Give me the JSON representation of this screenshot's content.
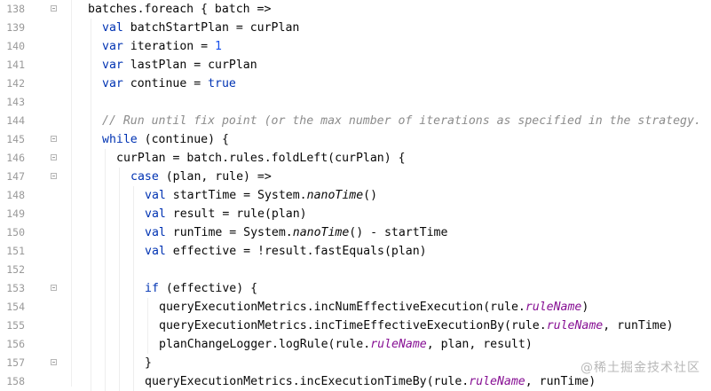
{
  "editor": {
    "lines": [
      {
        "num": "138",
        "indent": 0,
        "fold": true,
        "tokens": [
          {
            "t": "batches.foreach { batch =>",
            "c": ""
          }
        ]
      },
      {
        "num": "139",
        "indent": 1,
        "fold": false,
        "tokens": [
          {
            "t": "val",
            "c": "kw"
          },
          {
            "t": " batchStartPlan = curPlan",
            "c": ""
          }
        ]
      },
      {
        "num": "140",
        "indent": 1,
        "fold": false,
        "tokens": [
          {
            "t": "var",
            "c": "kw"
          },
          {
            "t": " iteration = ",
            "c": ""
          },
          {
            "t": "1",
            "c": "num"
          }
        ]
      },
      {
        "num": "141",
        "indent": 1,
        "fold": false,
        "tokens": [
          {
            "t": "var",
            "c": "kw"
          },
          {
            "t": " lastPlan = curPlan",
            "c": ""
          }
        ]
      },
      {
        "num": "142",
        "indent": 1,
        "fold": false,
        "tokens": [
          {
            "t": "var",
            "c": "kw"
          },
          {
            "t": " continue = ",
            "c": ""
          },
          {
            "t": "true",
            "c": "kw"
          }
        ]
      },
      {
        "num": "143",
        "indent": 1,
        "fold": false,
        "tokens": []
      },
      {
        "num": "144",
        "indent": 1,
        "fold": false,
        "tokens": [
          {
            "t": "// Run until fix point (or the max number of iterations as specified in the strategy.",
            "c": "cmt"
          }
        ]
      },
      {
        "num": "145",
        "indent": 1,
        "fold": true,
        "tokens": [
          {
            "t": "while",
            "c": "kw"
          },
          {
            "t": " (continue) {",
            "c": ""
          }
        ]
      },
      {
        "num": "146",
        "indent": 2,
        "fold": true,
        "tokens": [
          {
            "t": "curPlan = batch.rules.foldLeft(curPlan) {",
            "c": ""
          }
        ]
      },
      {
        "num": "147",
        "indent": 3,
        "fold": true,
        "tokens": [
          {
            "t": "case",
            "c": "kw"
          },
          {
            "t": " (plan, rule) =>",
            "c": ""
          }
        ]
      },
      {
        "num": "148",
        "indent": 4,
        "fold": false,
        "tokens": [
          {
            "t": "val",
            "c": "kw"
          },
          {
            "t": " startTime = System.",
            "c": ""
          },
          {
            "t": "nanoTime",
            "c": "it"
          },
          {
            "t": "()",
            "c": ""
          }
        ]
      },
      {
        "num": "149",
        "indent": 4,
        "fold": false,
        "tokens": [
          {
            "t": "val",
            "c": "kw"
          },
          {
            "t": " result = rule(plan)",
            "c": ""
          }
        ]
      },
      {
        "num": "150",
        "indent": 4,
        "fold": false,
        "tokens": [
          {
            "t": "val",
            "c": "kw"
          },
          {
            "t": " runTime = System.",
            "c": ""
          },
          {
            "t": "nanoTime",
            "c": "it"
          },
          {
            "t": "() - startTime",
            "c": ""
          }
        ]
      },
      {
        "num": "151",
        "indent": 4,
        "fold": false,
        "tokens": [
          {
            "t": "val",
            "c": "kw"
          },
          {
            "t": " effective = !result.fastEquals(plan)",
            "c": ""
          }
        ]
      },
      {
        "num": "152",
        "indent": 4,
        "fold": false,
        "tokens": []
      },
      {
        "num": "153",
        "indent": 4,
        "fold": true,
        "tokens": [
          {
            "t": "if",
            "c": "kw"
          },
          {
            "t": " (effective) {",
            "c": ""
          }
        ]
      },
      {
        "num": "154",
        "indent": 5,
        "fold": false,
        "tokens": [
          {
            "t": "queryExecutionMetrics.incNumEffectiveExecution(rule.",
            "c": ""
          },
          {
            "t": "ruleName",
            "c": "prop"
          },
          {
            "t": ")",
            "c": ""
          }
        ]
      },
      {
        "num": "155",
        "indent": 5,
        "fold": false,
        "tokens": [
          {
            "t": "queryExecutionMetrics.incTimeEffectiveExecutionBy(rule.",
            "c": ""
          },
          {
            "t": "ruleName",
            "c": "prop"
          },
          {
            "t": ", runTime)",
            "c": ""
          }
        ]
      },
      {
        "num": "156",
        "indent": 5,
        "fold": false,
        "tokens": [
          {
            "t": "planChangeLogger.logRule(rule.",
            "c": ""
          },
          {
            "t": "ruleName",
            "c": "prop"
          },
          {
            "t": ", plan, result)",
            "c": ""
          }
        ]
      },
      {
        "num": "157",
        "indent": 4,
        "fold": true,
        "tokens": [
          {
            "t": "}",
            "c": ""
          }
        ]
      },
      {
        "num": "158",
        "indent": 4,
        "fold": false,
        "tokens": [
          {
            "t": "queryExecutionMetrics.incExecutionTimeBy(rule.",
            "c": ""
          },
          {
            "t": "ruleName",
            "c": "prop"
          },
          {
            "t": ", runTime)",
            "c": ""
          }
        ]
      }
    ]
  },
  "watermark": "@稀土掘金技术社区",
  "colors": {
    "keyword": "#0033b3",
    "number": "#1750eb",
    "comment": "#8c8c8c",
    "property": "#871094",
    "line_number": "#999999"
  }
}
